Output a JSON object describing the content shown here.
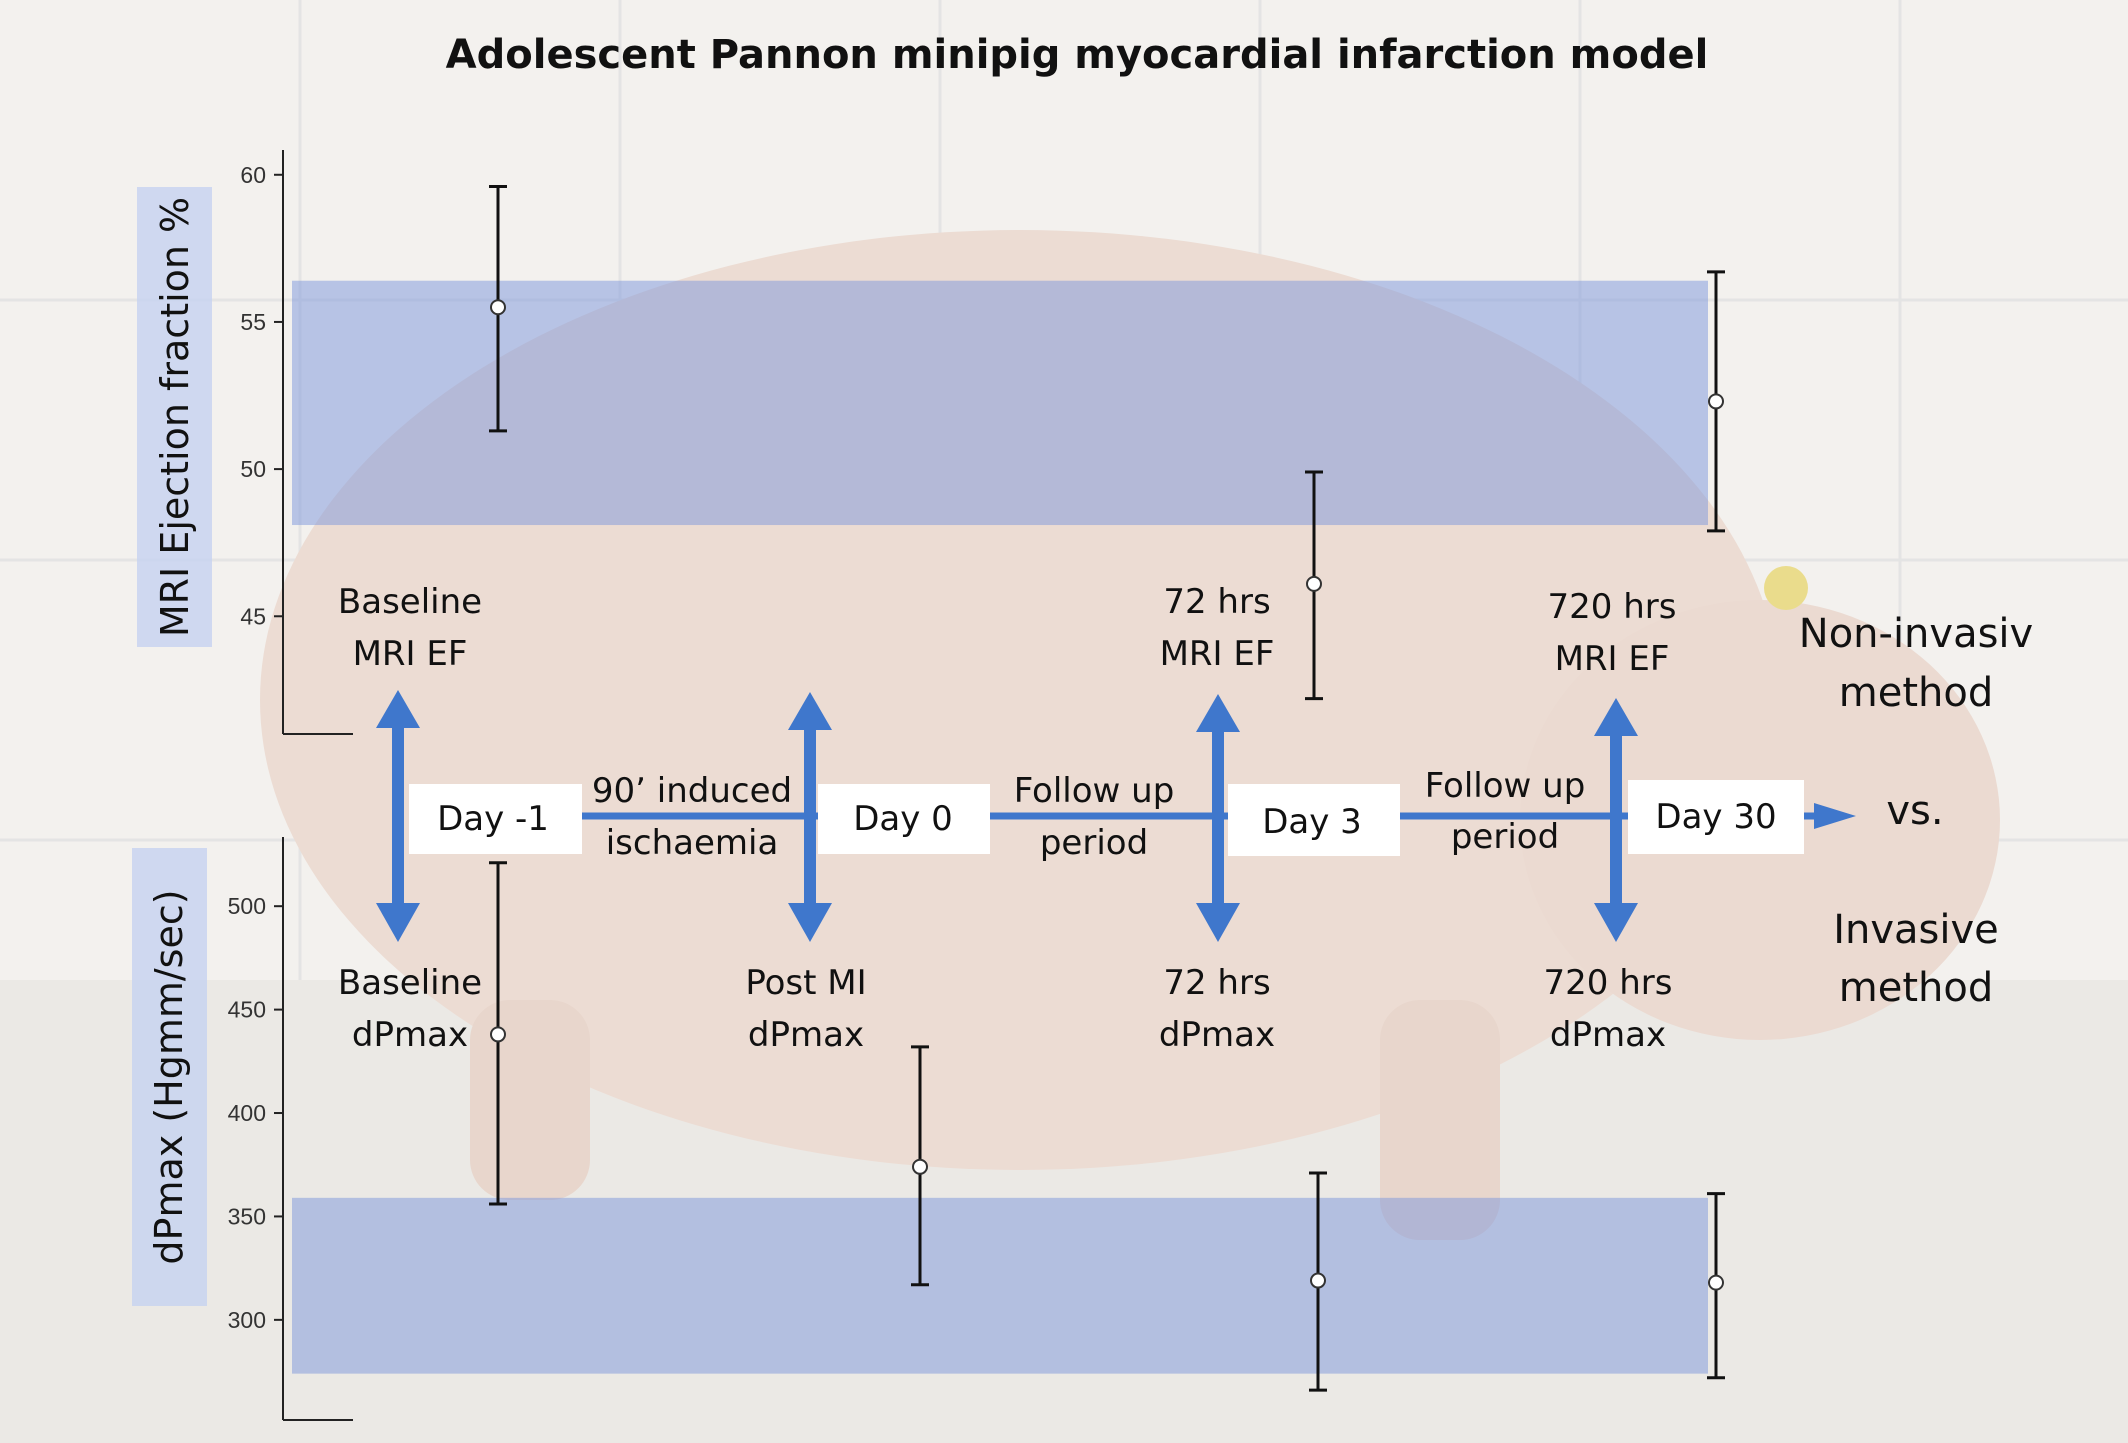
{
  "title": "Adolescent Pannon minipig myocardial infarction model",
  "colors": {
    "band": "#7b96dc",
    "arrow": "#3f77cc",
    "label_box": "#c6d2f0",
    "errorbar": "#111111"
  },
  "timeline": {
    "days": [
      "Day -1",
      "Day 0",
      "Day 3",
      "Day 30"
    ],
    "segments": [
      {
        "line1": "90’ induced",
        "line2": "ischaemia"
      },
      {
        "line1": "Follow up",
        "line2": "period"
      },
      {
        "line1": "Follow up",
        "line2": "period"
      }
    ],
    "upper_labels": [
      {
        "line1": "Baseline",
        "line2": "MRI EF"
      },
      {
        "line1": "72 hrs",
        "line2": "MRI EF"
      },
      {
        "line1": "720 hrs",
        "line2": "MRI EF"
      }
    ],
    "lower_labels": [
      {
        "line1": "Baseline",
        "line2": "dPmax"
      },
      {
        "line1": "Post MI",
        "line2": "dPmax"
      },
      {
        "line1": "72 hrs",
        "line2": "dPmax"
      },
      {
        "line1": "720 hrs",
        "line2": "dPmax"
      }
    ],
    "methods": {
      "noninvasive": {
        "line1": "Non-invasiv",
        "line2": "method"
      },
      "vs": "vs.",
      "invasive": {
        "line1": "Invasive",
        "line2": "method"
      }
    }
  },
  "chart_data": [
    {
      "type": "scatter",
      "ylabel": "MRI Ejection fraction %",
      "ylim": [
        41,
        60.4
      ],
      "yticks": [
        45,
        50,
        55,
        60
      ],
      "band": [
        48.1,
        56.4
      ],
      "points": [
        {
          "x": "Day -1",
          "y": 55.5,
          "low": 51.3,
          "high": 59.6
        },
        {
          "x": "Day 3",
          "y": 46.1,
          "low": 42.2,
          "high": 49.9
        },
        {
          "x": "Day 30",
          "y": 52.3,
          "low": 47.9,
          "high": 56.7
        }
      ]
    },
    {
      "type": "scatter",
      "ylabel": "dPmax (Hgmm/sec)",
      "ylim": [
        254,
        532
      ],
      "yticks": [
        300,
        350,
        400,
        450,
        500
      ],
      "band": [
        274,
        359
      ],
      "points": [
        {
          "x": "Day -1",
          "y": 438,
          "low": 356,
          "high": 521
        },
        {
          "x": "Day 0",
          "y": 374,
          "low": 317,
          "high": 432
        },
        {
          "x": "Day 3",
          "y": 319,
          "low": 266,
          "high": 371
        },
        {
          "x": "Day 30",
          "y": 318,
          "low": 272,
          "high": 361
        }
      ]
    }
  ]
}
